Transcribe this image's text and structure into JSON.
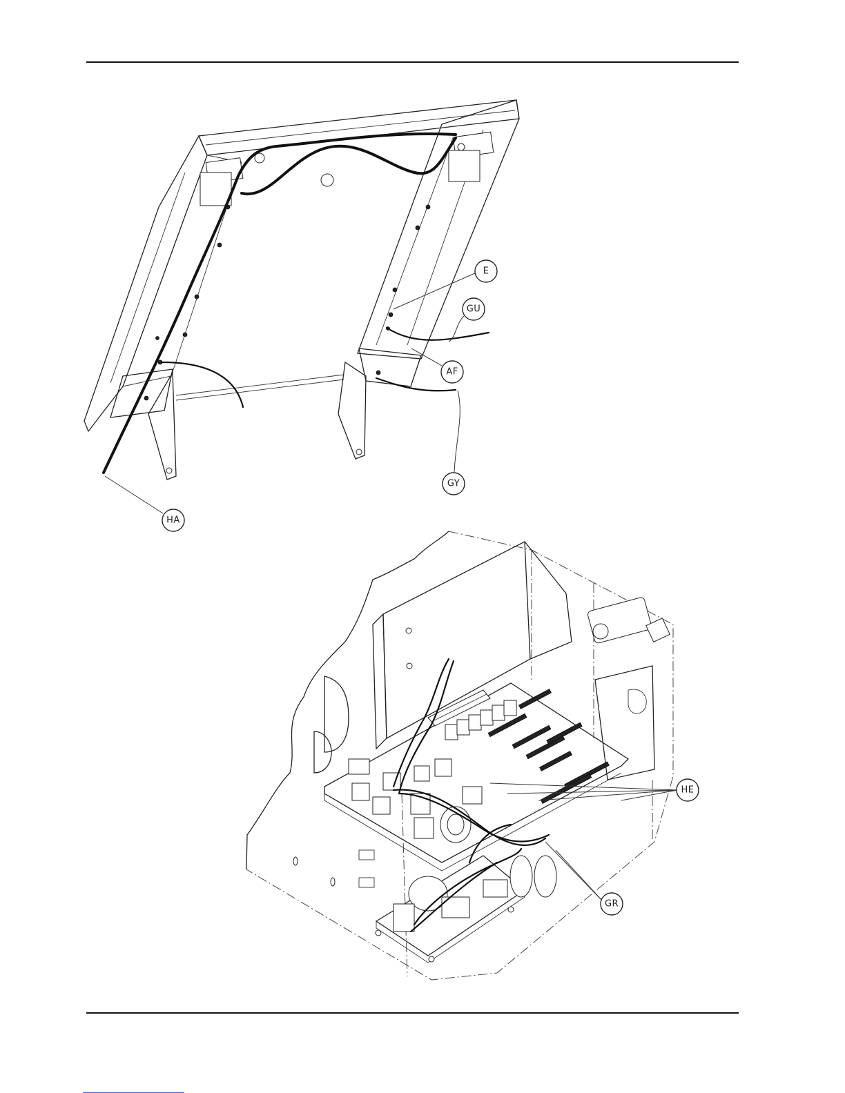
{
  "callouts": {
    "top_view": [
      {
        "id": "E",
        "label": "E"
      },
      {
        "id": "GU",
        "label": "GU"
      },
      {
        "id": "AF",
        "label": "AF"
      },
      {
        "id": "GY",
        "label": "GY"
      },
      {
        "id": "HA",
        "label": "HA"
      }
    ],
    "bottom_view": [
      {
        "id": "HE",
        "label": "HE"
      },
      {
        "id": "GR",
        "label": "GR"
      }
    ]
  }
}
